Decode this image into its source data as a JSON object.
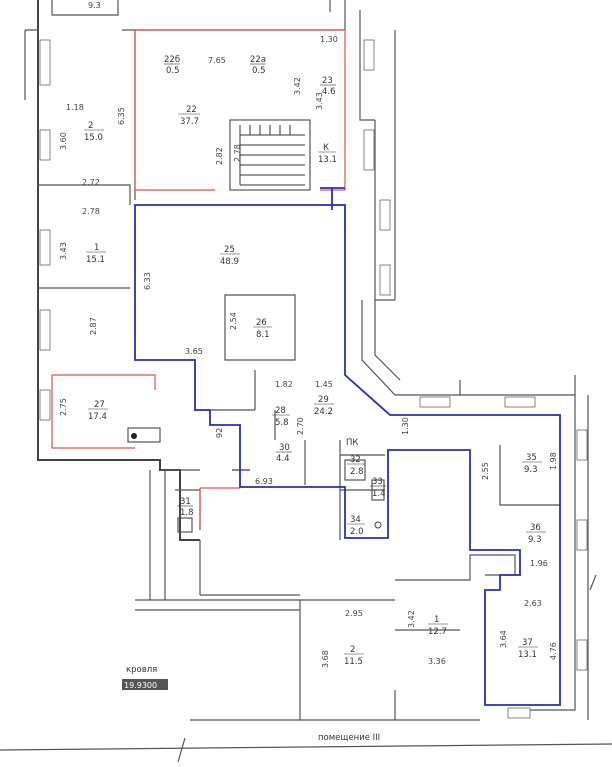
{
  "rooms": [
    {
      "id": "22b",
      "num": "22б",
      "area": "0.5"
    },
    {
      "id": "22a",
      "num": "22а",
      "area": "0.5"
    },
    {
      "id": "22",
      "num": "22",
      "area": "37.7"
    },
    {
      "id": "23",
      "num": "23",
      "area": "4.6"
    },
    {
      "id": "k",
      "num": "К",
      "area": "13.1"
    },
    {
      "id": "2top",
      "num": "2",
      "area": "15.0"
    },
    {
      "id": "1top",
      "num": "1",
      "area": "15.1"
    },
    {
      "id": "25",
      "num": "25",
      "area": "48.9"
    },
    {
      "id": "26",
      "num": "26",
      "area": "8.1"
    },
    {
      "id": "27",
      "num": "27",
      "area": "17.4"
    },
    {
      "id": "28",
      "num": "28",
      "area": "5.8"
    },
    {
      "id": "29",
      "num": "29",
      "area": "24.2"
    },
    {
      "id": "30",
      "num": "30",
      "area": "4.4"
    },
    {
      "id": "31",
      "num": "31",
      "area": "1.8"
    },
    {
      "id": "32",
      "num": "32",
      "area": "2.8"
    },
    {
      "id": "33",
      "num": "33",
      "area": "1.4"
    },
    {
      "id": "34",
      "num": "34",
      "area": "2.0"
    },
    {
      "id": "35",
      "num": "35",
      "area": "9.3"
    },
    {
      "id": "36",
      "num": "36",
      "area": "9.3"
    },
    {
      "id": "37",
      "num": "37",
      "area": "13.1"
    },
    {
      "id": "1bot",
      "num": "1",
      "area": "12.7"
    },
    {
      "id": "2bot",
      "num": "2",
      "area": "11.5"
    }
  ],
  "dimensions": {
    "d_9_3": "9.3",
    "d_1_30_top": "1.30",
    "d_7_65": "7.65",
    "d_3_42_top": "3.42",
    "d_3_43": "3.43",
    "d_6_35": "6.35",
    "d_1_18": "1.18",
    "d_3_60": "3.60",
    "d_2_82": "2.82",
    "d_2_78_stair": "2.78",
    "d_2_72": "2.72",
    "d_2_78": "2.78",
    "d_3_43_left": "3.43",
    "d_6_33": "6.33",
    "d_2_87": "2.87",
    "d_2_54": "2.54",
    "d_3_65": "3.65",
    "d_1_82": "1.82",
    "d_1_45": "1.45",
    "d_2_75": "2.75",
    "d_92": "92",
    "d_2_70": "2.70",
    "d_6_93": "6.93",
    "d_1_30_mid": "1.30",
    "d_2_55": "2.55",
    "d_1_98": "1.98",
    "d_1_96": "1.96",
    "d_2_63": "2.63",
    "d_2_95": "2.95",
    "d_3_42_bot": "3.42",
    "d_3_64": "3.64",
    "d_4_76": "4.76",
    "d_3_68": "3.68",
    "d_3_36": "3.36"
  },
  "labels": {
    "pk": "ПК",
    "roof": "кровля",
    "stamp": "19.9300",
    "premises": "помещение III"
  }
}
